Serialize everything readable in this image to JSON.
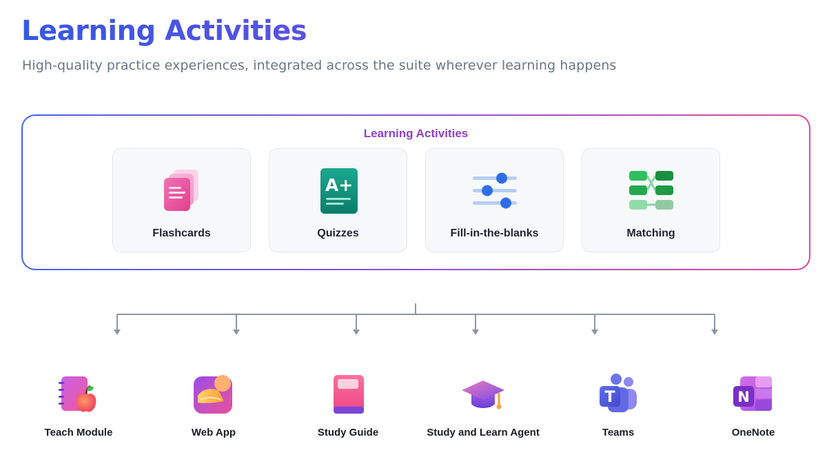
{
  "header": {
    "title": "Learning Activities",
    "subtitle": "High-quality practice experiences, integrated across the suite wherever learning happens"
  },
  "activities": {
    "label": "Learning Activities",
    "cards": [
      {
        "label": "Flashcards",
        "icon": "flashcards-icon"
      },
      {
        "label": "Quizzes",
        "icon": "quiz-grade-icon"
      },
      {
        "label": "Fill-in-the-blanks",
        "icon": "sliders-icon"
      },
      {
        "label": "Matching",
        "icon": "matching-icon"
      }
    ]
  },
  "apps": [
    {
      "label": "Teach Module",
      "icon": "teach-module-icon"
    },
    {
      "label": "Web App",
      "icon": "web-app-icon"
    },
    {
      "label": "Study Guide",
      "icon": "study-guide-icon"
    },
    {
      "label": "Study and Learn Agent",
      "icon": "graduation-cap-icon"
    },
    {
      "label": "Teams",
      "icon": "teams-icon"
    },
    {
      "label": "OneNote",
      "icon": "onenote-icon"
    }
  ],
  "colors": {
    "title": "#3558e6",
    "accent_purple": "#8e3fcf",
    "accent_pink": "#e0489a",
    "connector": "#8a96a8"
  }
}
